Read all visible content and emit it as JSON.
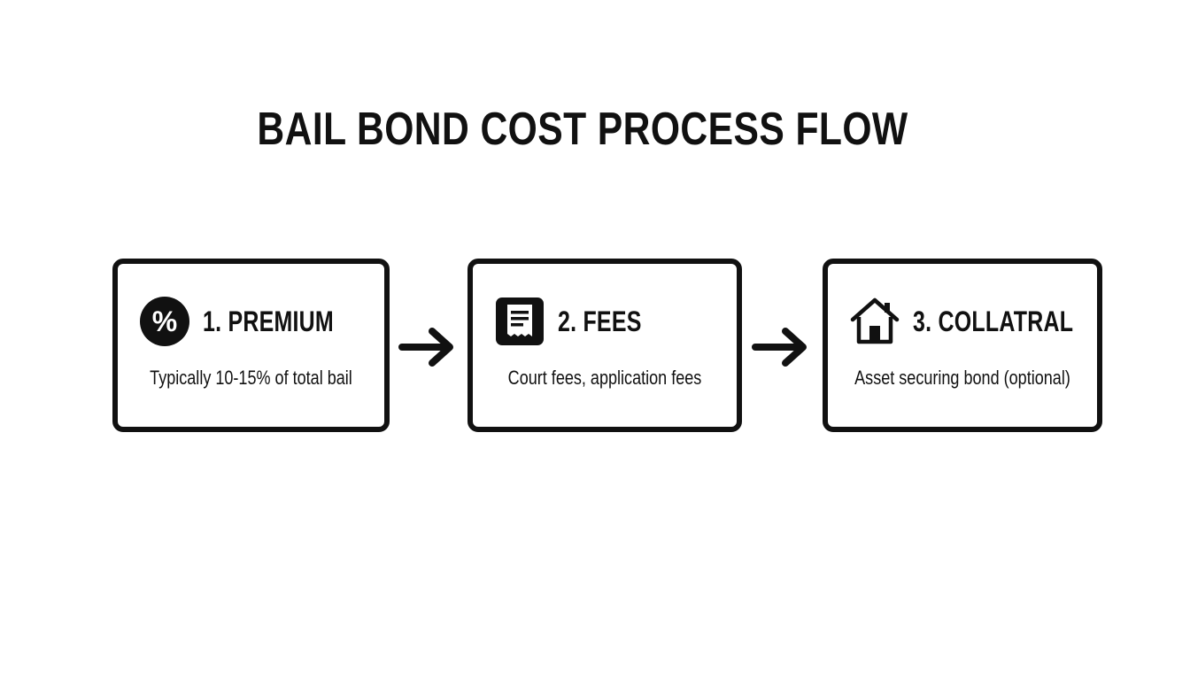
{
  "title": "BAIL BOND COST PROCESS FLOW",
  "steps": [
    {
      "label": "1. PREMIUM",
      "description": "Typically 10-15% of total bail",
      "icon": "percent-icon",
      "icon_glyph": "%"
    },
    {
      "label": "2. FEES",
      "description": "Court fees, application fees",
      "icon": "receipt-icon"
    },
    {
      "label": "3. COLLATRAL",
      "description": "Asset securing bond (optional)",
      "icon": "house-icon"
    }
  ],
  "connectors": [
    "arrow-right-icon",
    "arrow-right-icon"
  ],
  "colors": {
    "ink": "#111111",
    "background": "#ffffff"
  }
}
